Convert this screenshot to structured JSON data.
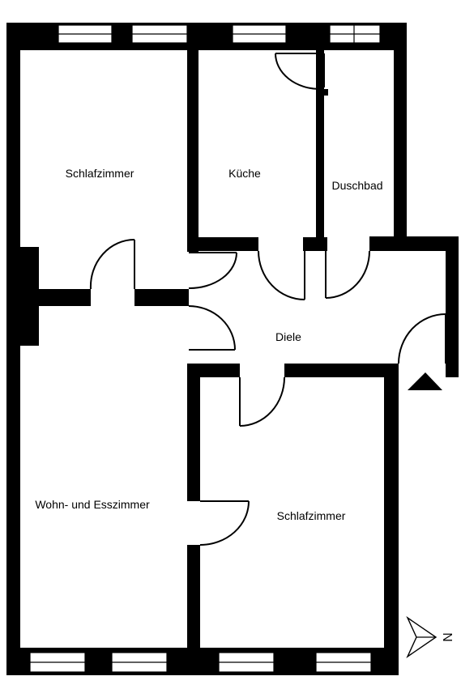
{
  "rooms": {
    "bedroom_top_left": "Schlafzimmer",
    "kitchen": "Küche",
    "shower_bath": "Duschbad",
    "hallway": "Diele",
    "living_dining": "Wohn- und Esszimmer",
    "bedroom_bottom_right": "Schlafzimmer"
  },
  "compass": {
    "north_label": "N"
  },
  "entrance_marker": "entrance-triangle-icon",
  "colors": {
    "wall": "#000000",
    "background": "#ffffff"
  }
}
